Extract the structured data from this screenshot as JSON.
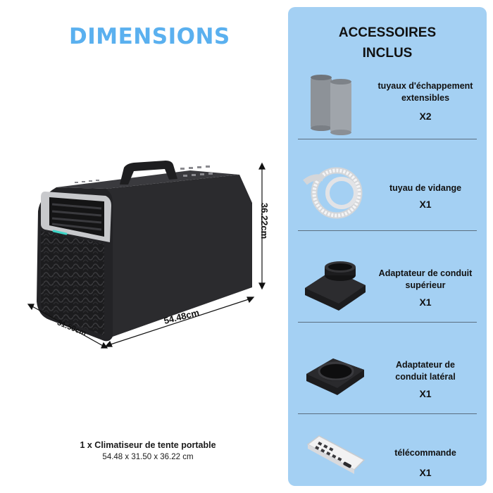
{
  "header": {
    "title": "DIMENSIONS"
  },
  "product": {
    "dimension_width": "54.48cm",
    "dimension_depth": "31.50cm",
    "dimension_height": "36.22cm",
    "caption_main": "1 x Climatiseur de tente portable",
    "caption_dims": "54.48 x 31.50 x 36.22 cm"
  },
  "accessories": {
    "title_line1": "ACCESSOIRES",
    "title_line2": "INCLUS",
    "items": [
      {
        "label_line1": "tuyaux d'échappement",
        "label_line2": "extensibles",
        "qty": "X2",
        "icon": "exhaust-hoses-icon"
      },
      {
        "label_line1": "tuyau de vidange",
        "label_line2": "",
        "qty": "X1",
        "icon": "drain-hose-icon"
      },
      {
        "label_line1": "Adaptateur de conduit",
        "label_line2": "supérieur",
        "qty": "X1",
        "icon": "top-duct-adapter-icon"
      },
      {
        "label_line1": "Adaptateur de",
        "label_line2": "conduit latéral",
        "qty": "X1",
        "icon": "side-duct-adapter-icon"
      },
      {
        "label_line1": "télécommande",
        "label_line2": "",
        "qty": "X1",
        "icon": "remote-control-icon"
      }
    ]
  },
  "colors": {
    "title": "#5ab0ef",
    "panel": "#a4d0f3",
    "accent_light": "#3fd6c8"
  }
}
